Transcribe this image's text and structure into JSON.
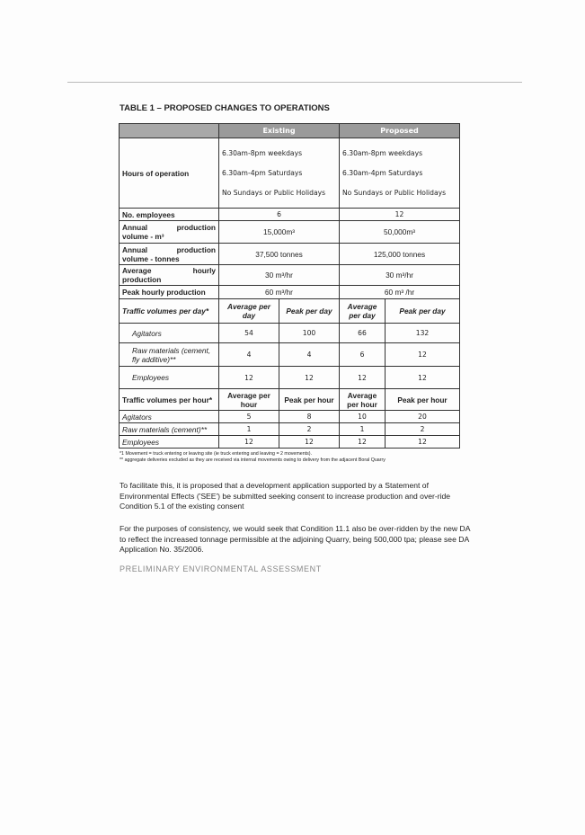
{
  "title": "TABLE 1 – PROPOSED CHANGES TO OPERATIONS",
  "columns": {
    "existing": "Existing",
    "proposed": "Proposed"
  },
  "hours": {
    "label": "Hours of operation",
    "existing": [
      "6.30am-8pm weekdays",
      "6.30am-4pm Saturdays",
      "No Sundays or Public Holidays"
    ],
    "proposed": [
      "6.30am-8pm weekdays",
      "6.30am-4pm Saturdays",
      "No Sundays or Public Holidays"
    ]
  },
  "employees": {
    "label": "No. employees",
    "existing": "6",
    "proposed": "12"
  },
  "annual_m3": {
    "label": "Annual production volume - m³",
    "existing": "15,000m³",
    "proposed": "50,000m³"
  },
  "annual_t": {
    "label": "Annual production volume - tonnes",
    "existing": "37,500 tonnes",
    "proposed": "125,000 tonnes"
  },
  "avg_hourly": {
    "label": "Average hourly production",
    "existing": "30 m³/hr",
    "proposed": "30 m³/hr"
  },
  "peak_hourly": {
    "label": "Peak hourly production",
    "existing": "60 m³/hr",
    "proposed": "60 m³ /hr"
  },
  "traffic_day": {
    "label": "Traffic volumes per day*",
    "headers": [
      "Average per day",
      "Peak per day",
      "Average per day",
      "Peak per day"
    ],
    "rows": [
      {
        "label": "Agitators",
        "values": [
          "54",
          "100",
          "66",
          "132"
        ]
      },
      {
        "label": "Raw materials (cement, fly additive)**",
        "values": [
          "4",
          "4",
          "6",
          "12"
        ]
      },
      {
        "label": "Employees",
        "values": [
          "12",
          "12",
          "12",
          "12"
        ]
      }
    ]
  },
  "traffic_hour": {
    "label": "Traffic volumes per hour*",
    "headers": [
      "Average per hour",
      "Peak per hour",
      "Average per hour",
      "Peak per hour"
    ],
    "rows": [
      {
        "label": "Agitators",
        "values": [
          "5",
          "8",
          "10",
          "20"
        ]
      },
      {
        "label": "Raw materials (cement)**",
        "values": [
          "1",
          "2",
          "1",
          "2"
        ]
      },
      {
        "label": "Employees",
        "values": [
          "12",
          "12",
          "12",
          "12"
        ]
      }
    ]
  },
  "footnotes": [
    "*1 Movement = truck entering or leaving site (ie truck entering and leaving = 2 movements).",
    "** aggregate deliveries excluded as they are received via internal movements owing to delivery from the adjacent Boral Quarry"
  ],
  "paragraphs": [
    "To facilitate this, it is proposed that a development application supported by a Statement of Environmental Effects ('SEE') be submitted seeking consent to increase production and over-ride Condition 5.1 of the existing consent",
    "For the purposes of consistency, we would seek that Condition 11.1 also be over-ridden by the new DA to reflect the increased tonnage permissible at the adjoining Quarry, being 500,000 tpa; please see DA Application No. 35/2006."
  ],
  "section_heading": "PRELIMINARY ENVIRONMENTAL ASSESSMENT"
}
